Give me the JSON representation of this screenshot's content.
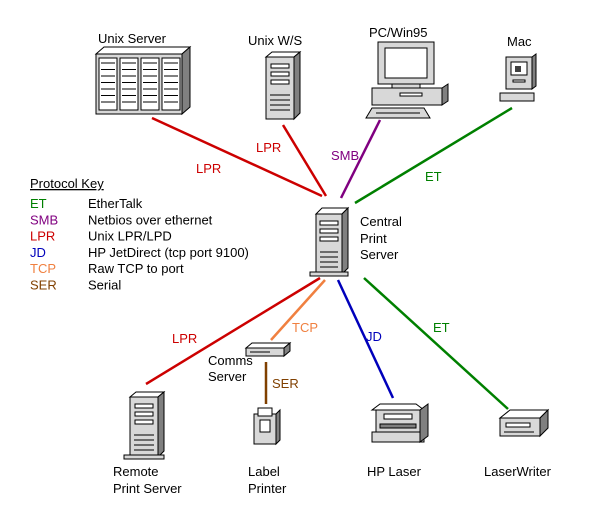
{
  "devices": {
    "unix_server": "Unix Server",
    "unix_ws": "Unix W/S",
    "pc": "PC/Win95",
    "mac": "Mac",
    "central": [
      "Central",
      "Print",
      "Server"
    ],
    "comms": [
      "Comms",
      "Server"
    ],
    "remote": [
      "Remote",
      "Print Server"
    ],
    "label_printer": [
      "Label",
      "Printer"
    ],
    "hp_laser": "HP Laser",
    "laserwriter": "LaserWriter"
  },
  "protocol_key": {
    "title": "Protocol Key",
    "entries": [
      {
        "code": "ET",
        "desc": "EtherTalk",
        "color": "#008000"
      },
      {
        "code": "SMB",
        "desc": "Netbios over ethernet",
        "color": "#800080"
      },
      {
        "code": "LPR",
        "desc": "Unix LPR/LPD",
        "color": "#cc0000"
      },
      {
        "code": "JD",
        "desc": "HP JetDirect (tcp port 9100)",
        "color": "#0000bb"
      },
      {
        "code": "TCP",
        "desc": "Raw TCP to port",
        "color": "#f08040"
      },
      {
        "code": "SER",
        "desc": "Serial",
        "color": "#804000"
      }
    ]
  },
  "links": [
    {
      "name": "unix-server-link",
      "label": "LPR",
      "color": "#cc0000"
    },
    {
      "name": "unix-ws-link",
      "label": "LPR",
      "color": "#cc0000"
    },
    {
      "name": "pc-link",
      "label": "SMB",
      "color": "#800080"
    },
    {
      "name": "mac-link",
      "label": "ET",
      "color": "#008000"
    },
    {
      "name": "remote-link",
      "label": "LPR",
      "color": "#cc0000"
    },
    {
      "name": "comms-link",
      "label": "TCP",
      "color": "#f08040"
    },
    {
      "name": "hp-link",
      "label": "JD",
      "color": "#0000bb"
    },
    {
      "name": "laserwriter-link",
      "label": "ET",
      "color": "#008000"
    },
    {
      "name": "label-printer-link",
      "label": "SER",
      "color": "#804000"
    }
  ]
}
